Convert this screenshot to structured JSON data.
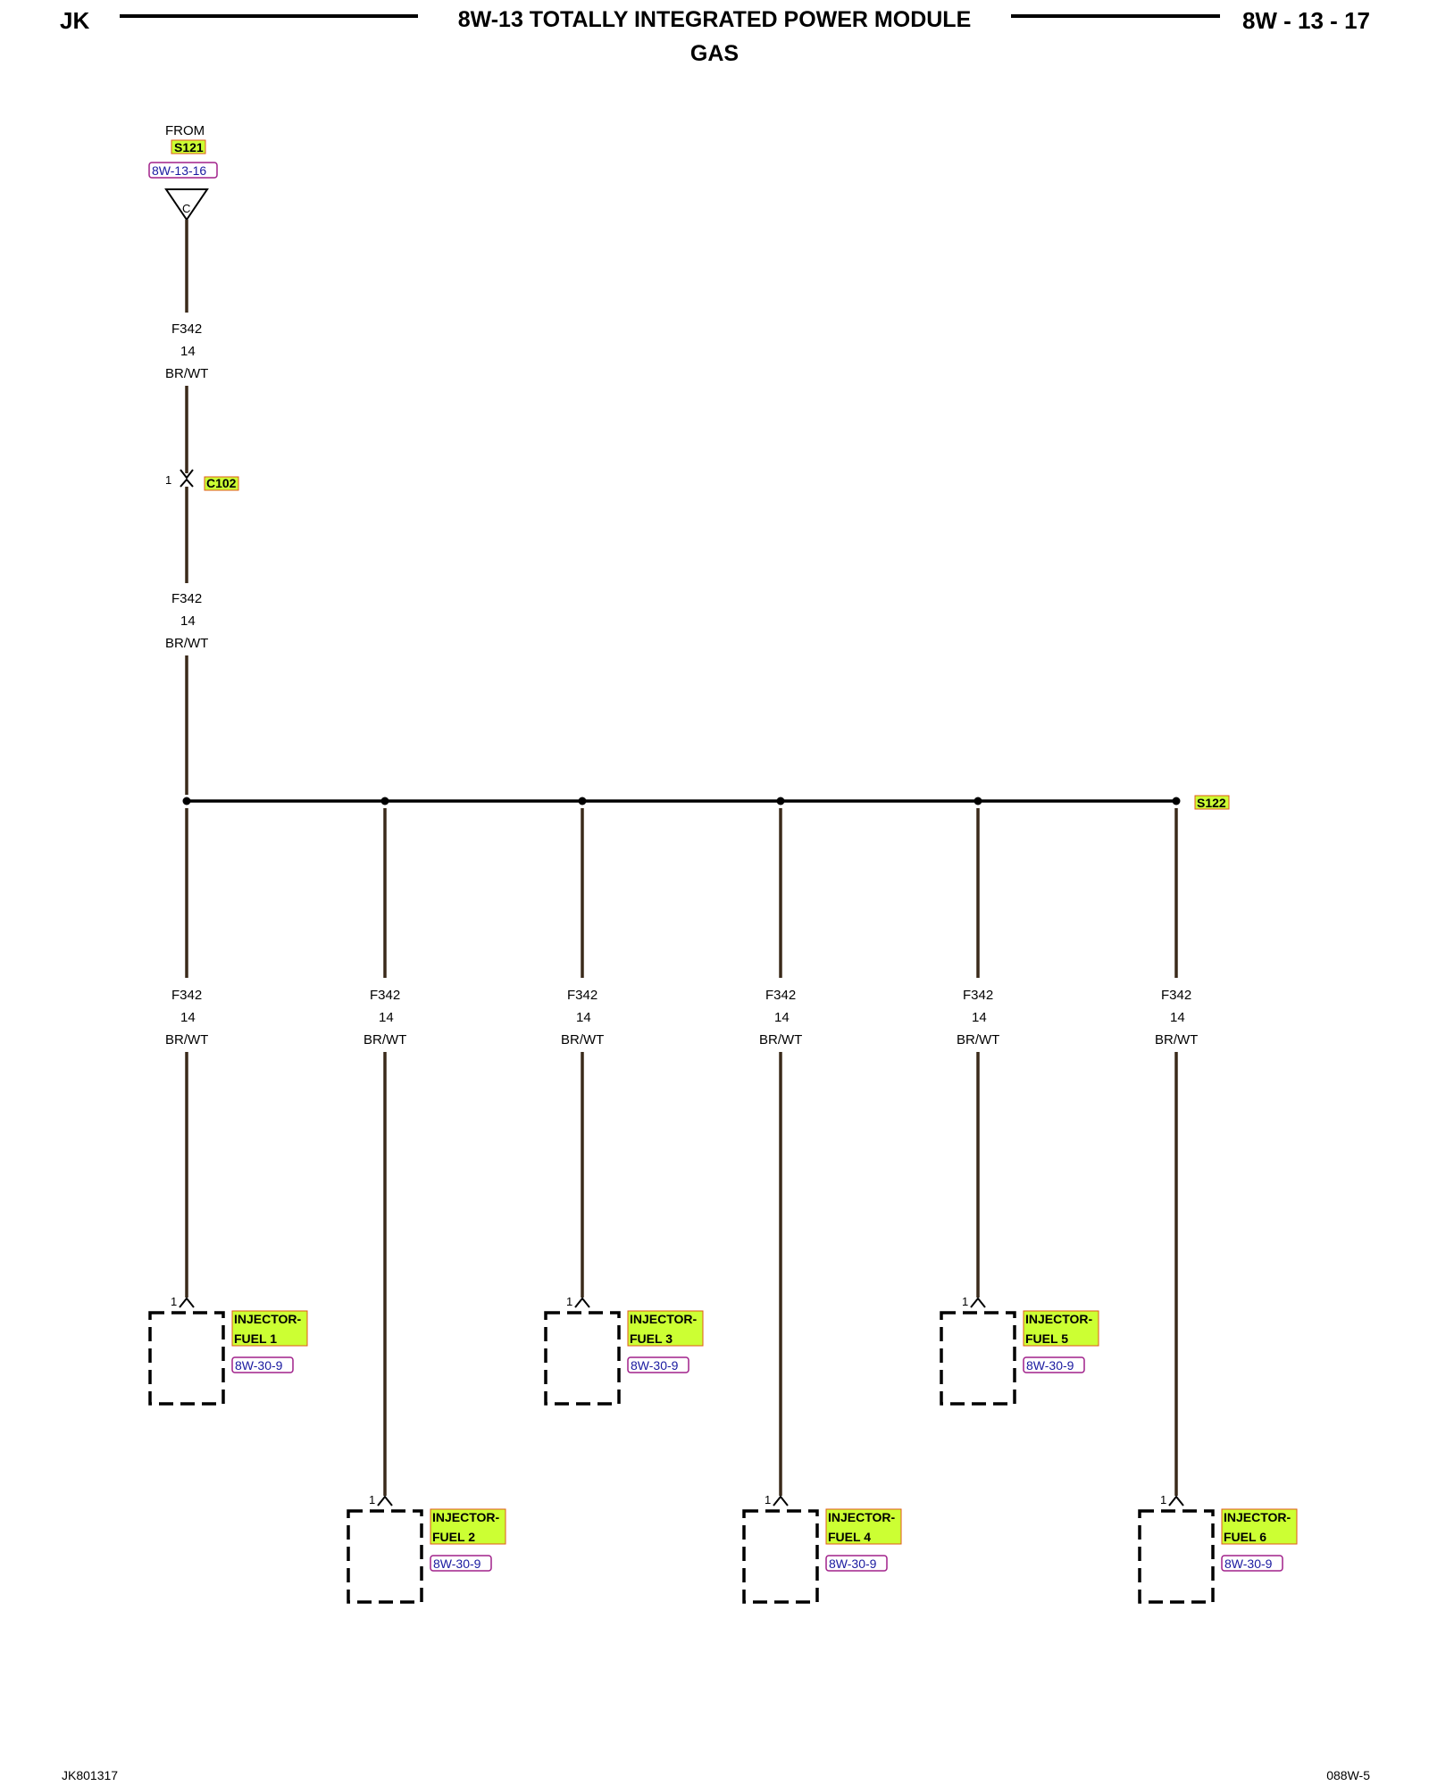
{
  "header": {
    "left_code": "JK",
    "title": "8W-13 TOTALLY INTEGRATED POWER MODULE",
    "subtitle": "GAS",
    "page_ref": "8W - 13 - 17"
  },
  "footer": {
    "left_code": "JK801317",
    "right_code": "088W-5"
  },
  "source": {
    "from_label": "FROM",
    "splice": "S121",
    "ref": "8W-13-16",
    "pin": "C"
  },
  "wire": {
    "circuit": "F342",
    "gauge": "14",
    "color": "BR/WT"
  },
  "connector": {
    "name": "C102",
    "pin": "1"
  },
  "splice_out": "S122",
  "injectors": [
    {
      "line1": "INJECTOR-",
      "line2": "FUEL 1",
      "ref": "8W-30-9",
      "pin": "1"
    },
    {
      "line1": "INJECTOR-",
      "line2": "FUEL 2",
      "ref": "8W-30-9",
      "pin": "1"
    },
    {
      "line1": "INJECTOR-",
      "line2": "FUEL 3",
      "ref": "8W-30-9",
      "pin": "1"
    },
    {
      "line1": "INJECTOR-",
      "line2": "FUEL 4",
      "ref": "8W-30-9",
      "pin": "1"
    },
    {
      "line1": "INJECTOR-",
      "line2": "FUEL 5",
      "ref": "8W-30-9",
      "pin": "1"
    },
    {
      "line1": "INJECTOR-",
      "line2": "FUEL 6",
      "ref": "8W-30-9",
      "pin": "1"
    }
  ],
  "colors": {
    "wire": "#3a2a1a",
    "highlight_fill": "#ccff33",
    "highlight_border": "#e05a1a",
    "ref_border": "#a0208a",
    "ref_text": "#1a1aa0"
  }
}
